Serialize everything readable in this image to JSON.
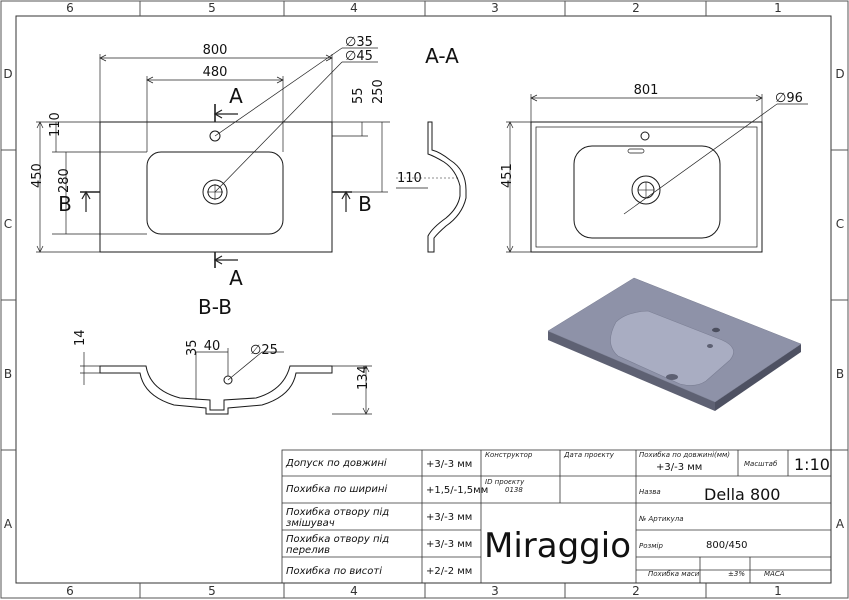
{
  "sheet": {
    "zones_top": [
      "6",
      "5",
      "4",
      "3",
      "2",
      "1"
    ],
    "zones_bottom": [
      "6",
      "5",
      "4",
      "3",
      "2",
      "1"
    ],
    "zones_left": [
      "D",
      "C",
      "B",
      "A"
    ],
    "zones_right": [
      "D",
      "C",
      "B",
      "A"
    ]
  },
  "top_view": {
    "width": "800",
    "bowl_width": "480",
    "dia_small": "∅35",
    "dia_large": "∅45",
    "hole_offset": "55",
    "bowl_offset": "250",
    "height": "450",
    "dim_110": "110",
    "dim_280": "280",
    "section_a_top": "A",
    "section_a_bottom": "A",
    "section_b_left": "B",
    "section_b_right": "B"
  },
  "section_aa": {
    "title": "A-A",
    "depth": "110"
  },
  "bottom_view": {
    "width": "801",
    "height": "451",
    "dia": "∅96"
  },
  "section_bb": {
    "title": "B-B",
    "thickness": "14",
    "dim_35": "35",
    "dim_40": "40",
    "dia": "∅25",
    "depth": "134"
  },
  "title_block": {
    "tolerances": [
      {
        "label": "Допуск по довжині",
        "value": "+3/-3 мм"
      },
      {
        "label": "Похибка по ширині",
        "value": "+1,5/-1,5мм"
      },
      {
        "label": "Похибка отвору під змішувач",
        "value": "+3/-3 мм"
      },
      {
        "label": "Похибка отвору під перелив",
        "value": "+3/-3 мм"
      },
      {
        "label": "Похибка по висоті",
        "value": "+2/-2 мм"
      }
    ],
    "designer_label": "Конструктор",
    "date_label": "Дата проєкту",
    "length_tol_label": "Похибка по довжині(мм)",
    "length_tol_value": "+3/-3 мм",
    "scale_label": "Масштаб",
    "scale_value": "1:10",
    "project_id_label": "ID проєкту",
    "project_id_value": "0138",
    "name_label": "Назва",
    "name_value": "Della 800",
    "article_label": "№ Артикула",
    "brand": "Miraggio",
    "size_label": "Розмір",
    "size_value": "800/450",
    "mass_tol_label": "Похибка маси",
    "mass_tol_value": "±3%",
    "mass_label": "МАСА"
  },
  "colors": {
    "line": "#1a1a1a",
    "render_top": "#8e92a8",
    "render_side": "#5e6173",
    "render_bowl": "#a9adc2"
  }
}
